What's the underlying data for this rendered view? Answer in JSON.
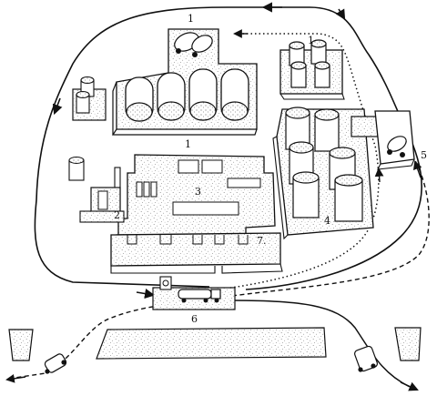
{
  "labels": {
    "n1_top": "1",
    "n1_right": "1",
    "n1_mid": "1",
    "n2": "2",
    "n3": "3",
    "n4": "4",
    "n5": "5",
    "n6": "6",
    "n7": "7."
  },
  "colors": {
    "ink": "#111111",
    "stipple": "#9a9a9a",
    "background": "#ffffff"
  }
}
